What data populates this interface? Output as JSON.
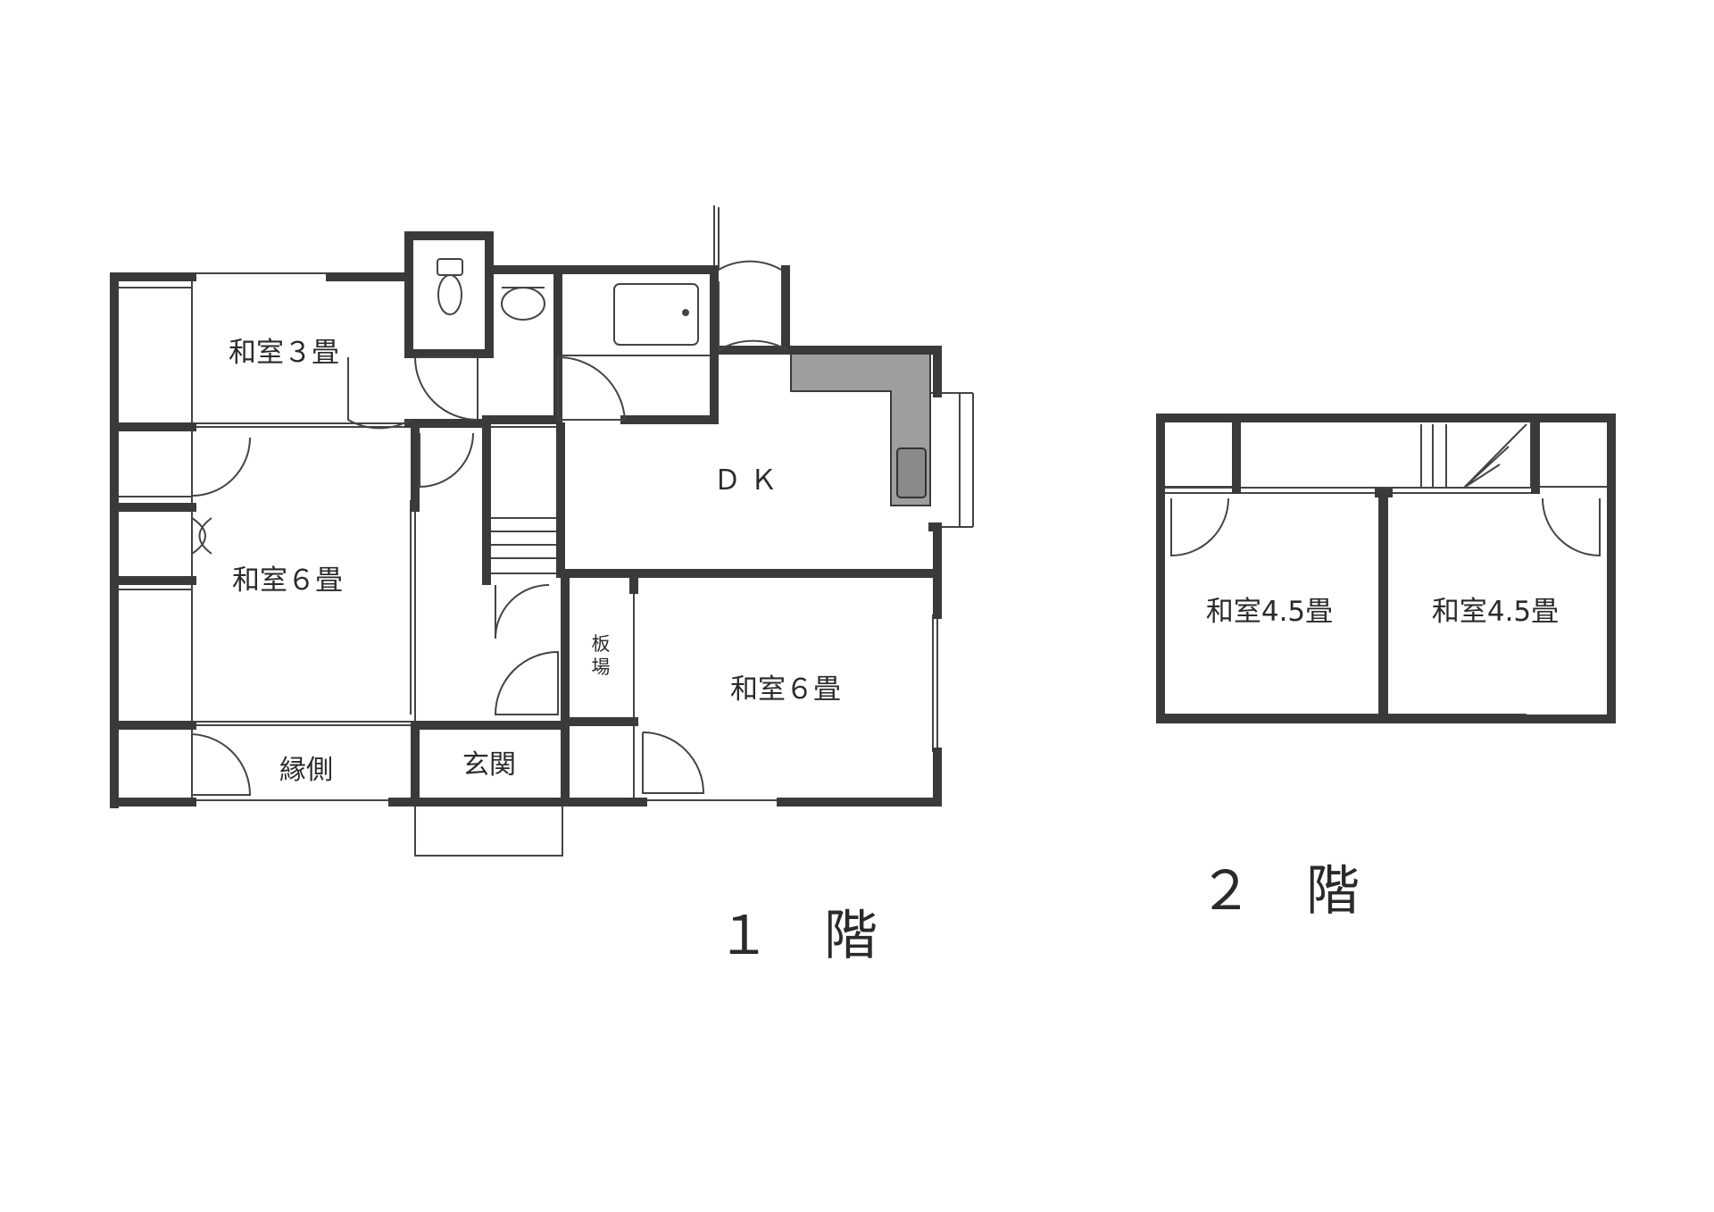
{
  "floor1": {
    "title": "１　階",
    "rooms": {
      "washitsu3": "和室３畳",
      "washitsu6_left": "和室６畳",
      "dk": "Ｄ Ｋ",
      "washitsu6_right": "和室６畳",
      "engawa": "縁側",
      "genkan": "玄関",
      "itaba": [
        "板",
        "場"
      ]
    }
  },
  "floor2": {
    "title": "２　階",
    "rooms": {
      "washitsu45_left": "和室4.5畳",
      "washitsu45_right": "和室4.5畳"
    }
  },
  "colors": {
    "wall": "#3a3a3a",
    "line": "#444444",
    "kitchen_counter": "#9e9e9e"
  }
}
